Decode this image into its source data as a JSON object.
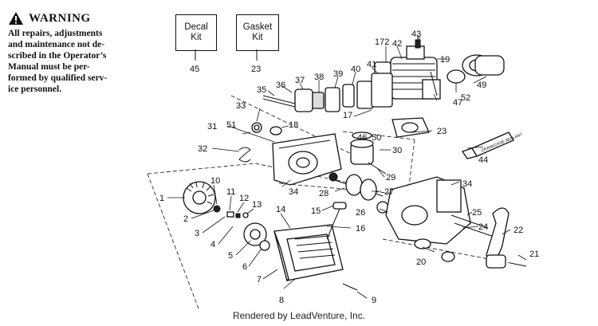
{
  "warning": {
    "title": "WARNING",
    "lines": [
      "All repairs, adjustments",
      "and maintenance not de-",
      "scribed in the Operator’s",
      "Manual must be per-",
      "formed by qualified serv-",
      "ice personnel."
    ]
  },
  "kits": [
    {
      "line1": "Decal",
      "line2": "Kit",
      "number": "45"
    },
    {
      "line1": "Gasket",
      "line2": "Kit",
      "number": "23"
    }
  ],
  "tube_label": "CRANKCASE SEALANT",
  "callouts": {
    "n1": "1",
    "n2": "2",
    "n3": "3",
    "n4": "4",
    "n5": "5",
    "n6": "6",
    "n7": "7",
    "n8": "8",
    "n9": "9",
    "n10": "10",
    "n11": "11",
    "n12": "12",
    "n13": "13",
    "n14": "14",
    "n15": "15",
    "n16": "16",
    "n17": "17",
    "n18": "18",
    "n19": "19",
    "n20": "20",
    "n21": "21",
    "n22": "22",
    "n23a": "23",
    "n24": "24",
    "n25": "25",
    "n26": "26",
    "n27": "27",
    "n28": "28",
    "n29": "29",
    "n30": "30",
    "n31": "31",
    "n32": "32",
    "n33": "33",
    "n34a": "34",
    "n34b": "34",
    "n35": "35",
    "n36": "36",
    "n37": "37",
    "n38": "38",
    "n39": "39",
    "n40": "40",
    "n41": "41",
    "n42": "42",
    "n43": "43",
    "n44": "44",
    "n46": "46",
    "n47": "47",
    "n49": "49",
    "n50": "50",
    "n51": "51",
    "n52": "52",
    "n172": "172"
  },
  "footer": "Rendered by LeadVenture, Inc."
}
